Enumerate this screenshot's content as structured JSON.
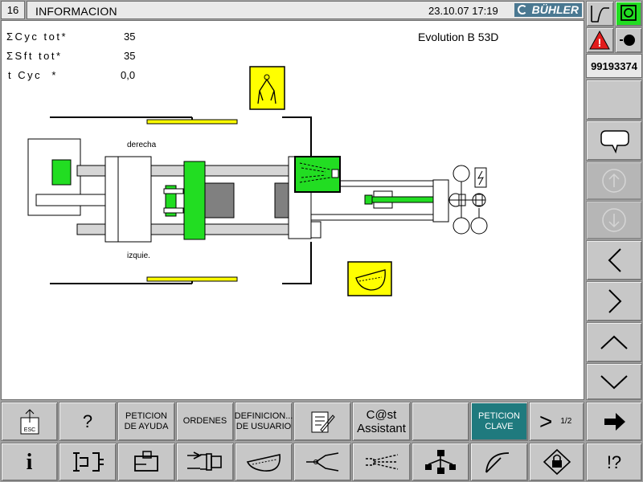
{
  "header": {
    "page_number": "16",
    "title": "INFORMACION",
    "datetime": "23.10.07 17:19",
    "logo": "BÜHLER"
  },
  "info": {
    "rows": [
      {
        "label": "ΣCyc tot*",
        "value": "35"
      },
      {
        "label": "ΣSft tot*",
        "value": "35"
      },
      {
        "label": "t Cyc  *",
        "value": "0,0"
      }
    ],
    "machine": "Evolution B 53D"
  },
  "diagram": {
    "label_right": "derecha",
    "label_left": "izquie."
  },
  "sidebar": {
    "serial": "99193374"
  },
  "toolbar": {
    "esc": "ESC",
    "help": "?",
    "peticion_ayuda": "PETICION DE AYUDA",
    "ordenes": "ORDENES",
    "definicion_usuario": "DEFINICION... DE USUARIO",
    "cast": "C@st Assistant",
    "peticion_clave": "PETICION CLAVE",
    "next_page": ">",
    "page_indicator": "1/2",
    "info": "i",
    "question_break": "!?"
  },
  "colors": {
    "active_green": "#22dd22",
    "highlight_yellow": "#ffff00",
    "teal": "#1f7a7e",
    "logo_blue": "#4a7891"
  }
}
